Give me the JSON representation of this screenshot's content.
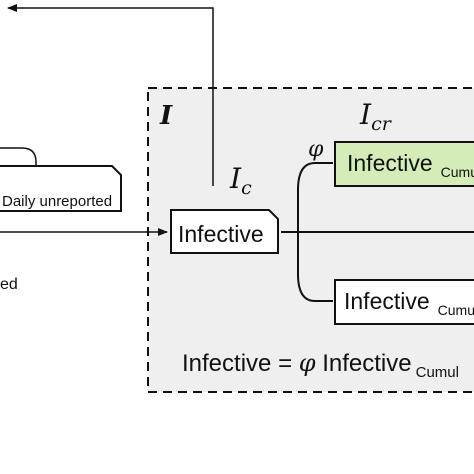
{
  "diagram": {
    "group_symbol": "I",
    "ic_symbol": "I",
    "ic_subscript": "c",
    "icr_symbol": "I",
    "icr_subscript": "cr",
    "phi": "φ",
    "boxes": {
      "daily_unreported": "Daily unreported",
      "infective_c": "Infective",
      "infective_top": "Infective",
      "infective_top_sub": "Cumu",
      "infective_bottom": "Infective",
      "infective_bottom_sub": "Cumu"
    },
    "partial_label": "ed",
    "equation": {
      "lhs": "Infective",
      "equals": "=",
      "phi": "φ",
      "rhs": "Infective",
      "rhs_sub": "Cumul"
    }
  },
  "colors": {
    "highlight_fill": "#d4edb8",
    "group_fill": "#efefef",
    "line": "#111111"
  }
}
